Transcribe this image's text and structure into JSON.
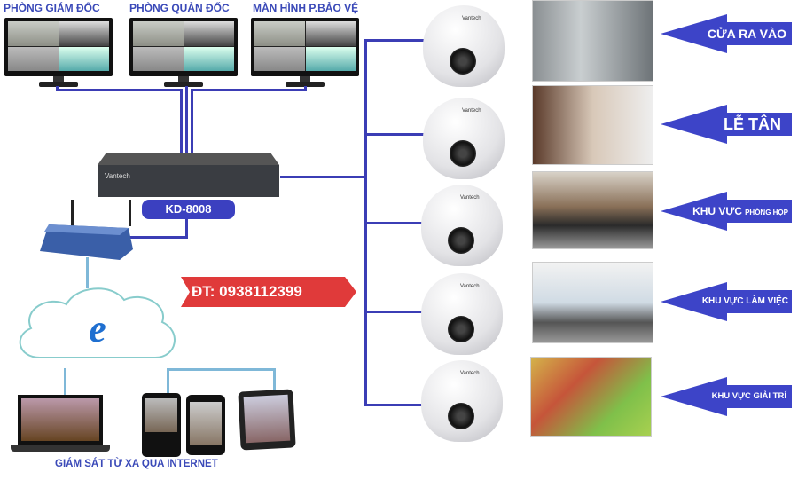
{
  "monitors": [
    {
      "label": "PHÒNG GIÁM ĐỐC"
    },
    {
      "label": "PHÒNG QUẢN ĐỐC"
    },
    {
      "label": "MÀN HÌNH P.BẢO VỆ"
    }
  ],
  "dvr": {
    "brand": "Vantech",
    "model": "KD-8008"
  },
  "phone_banner": "ĐT: 0938112399",
  "remote_caption": "GIÁM SÁT TỪ XA QUA INTERNET",
  "camera_brand": "Vantech",
  "zones": [
    {
      "label": "CỬA RA VÀO"
    },
    {
      "label": "LỄ TÂN"
    },
    {
      "label_a": "KHU VỰC",
      "label_b": "PHÒNG HỌP"
    },
    {
      "label": "KHU VỰC LÀM VIỆC"
    },
    {
      "label": "KHU VỰC GIẢI TRÍ"
    }
  ],
  "colors": {
    "wire": "#3b3db5",
    "arrow": "#3d44c8",
    "banner": "#e03a3a"
  }
}
